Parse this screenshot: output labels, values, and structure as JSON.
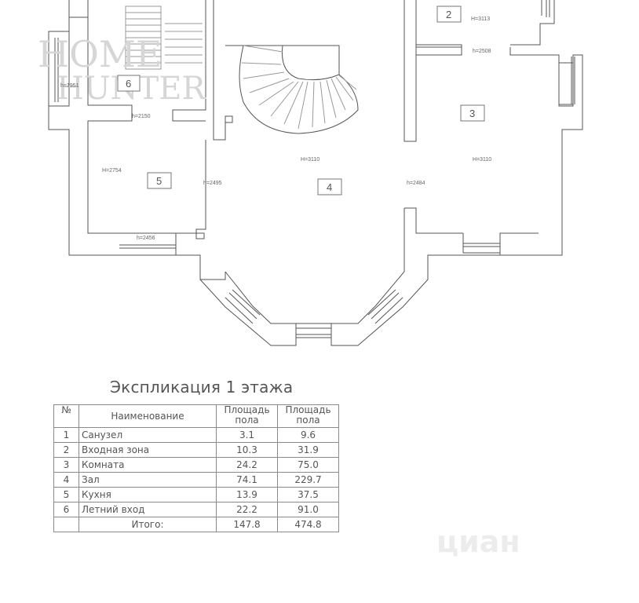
{
  "watermark": {
    "line1": "HOME",
    "line2": "HUNTER",
    "corner": "циан"
  },
  "plan": {
    "rooms": [
      {
        "num": "2"
      },
      {
        "num": "3"
      },
      {
        "num": "4"
      },
      {
        "num": "5"
      },
      {
        "num": "6"
      }
    ],
    "heights": [
      {
        "text": "H=3113"
      },
      {
        "text": "h=2508"
      },
      {
        "text": "h=1951"
      },
      {
        "text": "h=2150"
      },
      {
        "text": "H=3110"
      },
      {
        "text": "H=3110"
      },
      {
        "text": "H=2754"
      },
      {
        "text": "h=2495"
      },
      {
        "text": "h=2484"
      },
      {
        "text": "h=2456"
      }
    ]
  },
  "explication": {
    "title": "Экспликация 1 этажа",
    "headers": {
      "num": "№",
      "name": "Наименование",
      "area1": "Площадь пола",
      "area2": "Площадь пола"
    },
    "rows": [
      {
        "num": "1",
        "name": "Санузел",
        "area1": "3.1",
        "area2": "9.6"
      },
      {
        "num": "2",
        "name": "Входная зона",
        "area1": "10.3",
        "area2": "31.9"
      },
      {
        "num": "3",
        "name": "Комната",
        "area1": "24.2",
        "area2": "75.0"
      },
      {
        "num": "4",
        "name": "Зал",
        "area1": "74.1",
        "area2": "229.7"
      },
      {
        "num": "5",
        "name": "Кухня",
        "area1": "13.9",
        "area2": "37.5"
      },
      {
        "num": "6",
        "name": "Летний вход",
        "area1": "22.2",
        "area2": "91.0"
      }
    ],
    "total": {
      "label": "Итого:",
      "area1": "147.8",
      "area2": "474.8"
    }
  }
}
